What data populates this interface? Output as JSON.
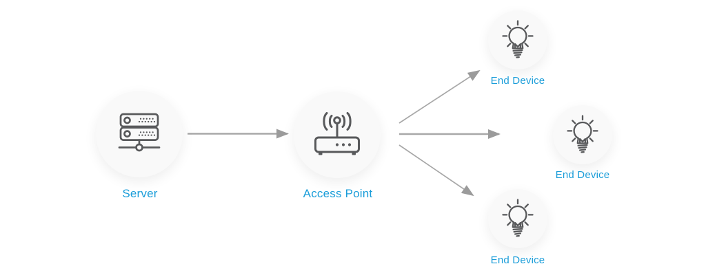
{
  "diagram": {
    "type": "network-topology",
    "background_color": "#ffffff",
    "nodes": [
      {
        "id": "server",
        "label": "Server",
        "icon": "server-icon"
      },
      {
        "id": "access-point",
        "label": "Access Point",
        "icon": "wireless-router-icon"
      },
      {
        "id": "end-device-top",
        "label": "End Device",
        "icon": "lightbulb-icon"
      },
      {
        "id": "end-device-middle",
        "label": "End Device",
        "icon": "lightbulb-icon"
      },
      {
        "id": "end-device-bottom",
        "label": "End Device",
        "icon": "lightbulb-icon"
      }
    ],
    "edges": [
      {
        "from": "server",
        "to": "access-point",
        "style": "arrow"
      },
      {
        "from": "access-point",
        "to": "end-device-top",
        "style": "arrow"
      },
      {
        "from": "access-point",
        "to": "end-device-middle",
        "style": "arrow"
      },
      {
        "from": "access-point",
        "to": "end-device-bottom",
        "style": "arrow"
      }
    ],
    "colors": {
      "label_text": "#1a9dd9",
      "icon_stroke": "#58595b",
      "arrow_line": "#a8a8a8",
      "arrow_head": "#9b9b9b",
      "node_background": "#f9f9f9"
    }
  }
}
